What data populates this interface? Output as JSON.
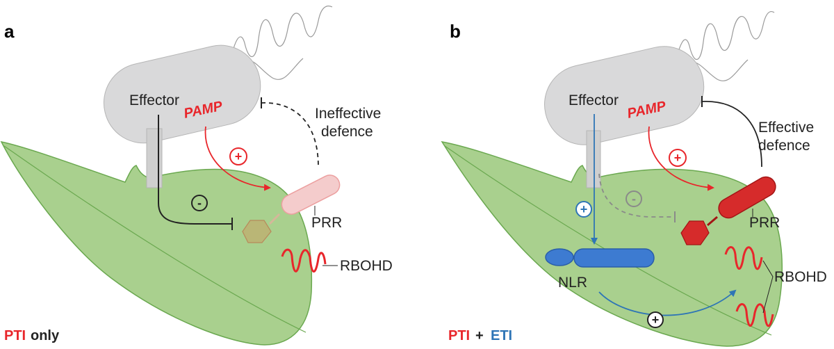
{
  "colors": {
    "leaf_fill": "#a9d08e",
    "leaf_stroke": "#6aa84f",
    "bacterium": "#d9d9da",
    "pti_red": "#e8262b",
    "eti_blue": "#2e75b6",
    "nlr_blue": "#3d7bd1",
    "faded_prr": "#f4cccc",
    "faded_hex": "#c9a063",
    "dark": "#222222"
  },
  "panel_a": {
    "letter": "a",
    "effector": "Effector",
    "pamp": "PAMP",
    "defence_line1": "Ineffective",
    "defence_line2": "defence",
    "prr": "PRR",
    "rbohd": "RBOHD",
    "plus_sign": "+",
    "minus_sign": "-",
    "caption_pti": "PTI",
    "caption_only": "only"
  },
  "panel_b": {
    "letter": "b",
    "effector": "Effector",
    "pamp": "PAMP",
    "defence_line1": "Effective",
    "defence_line2": "defence",
    "prr": "PRR",
    "rbohd": "RBOHD",
    "nlr": "NLR",
    "plus_sign": "+",
    "minus_sign": "-",
    "caption_pti": "PTI",
    "caption_plus": "+",
    "caption_eti": "ETI"
  }
}
